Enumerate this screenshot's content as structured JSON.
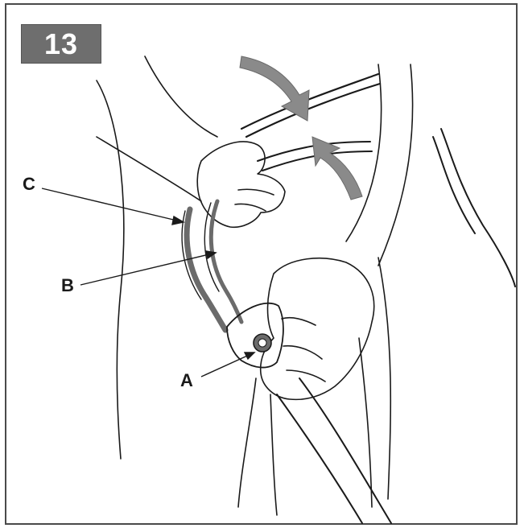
{
  "step": {
    "number": "13"
  },
  "callouts": {
    "a": "A",
    "b": "B",
    "c": "C"
  },
  "colors": {
    "line": "#1a1a1a",
    "tube": "#6b6b6b",
    "arrow": "#8a8a8a",
    "badge": "#6e6e6e",
    "frame": "#4a4a4a"
  },
  "icons": {
    "fold_arrow_down": "curved-arrow-down-icon",
    "fold_arrow_up": "curved-arrow-up-icon"
  }
}
